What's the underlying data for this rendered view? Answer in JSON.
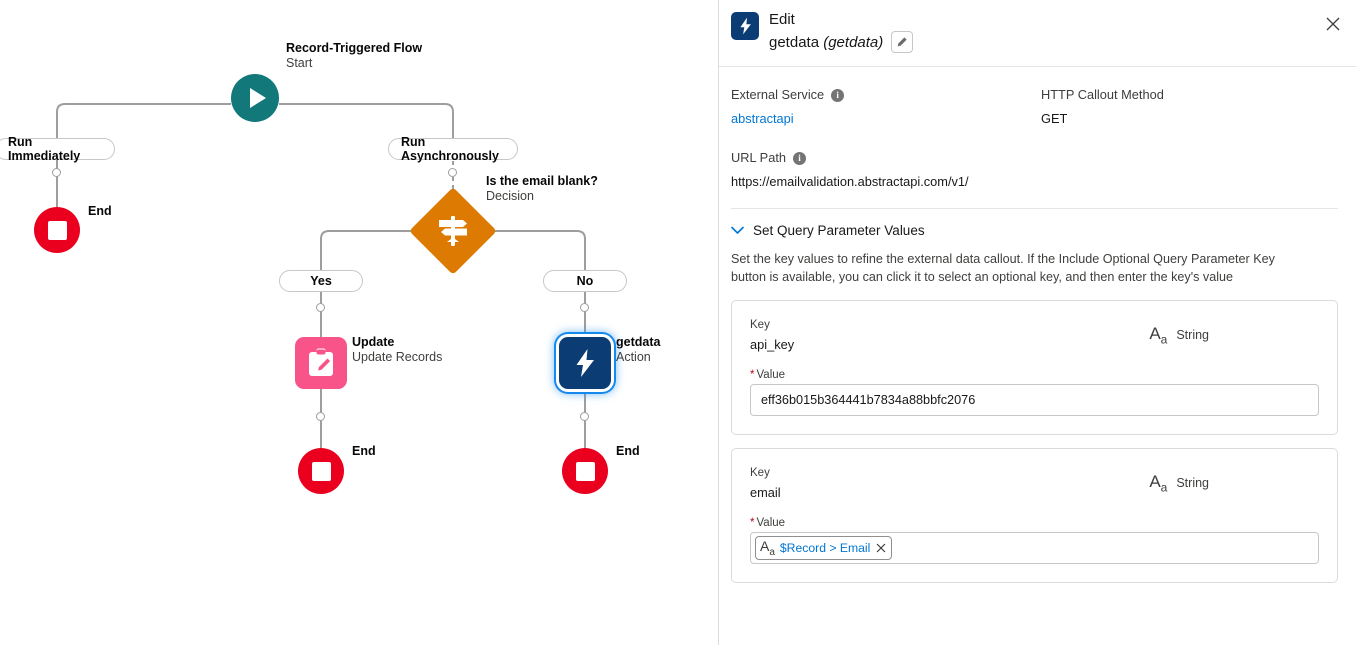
{
  "canvas": {
    "start": {
      "title": "Record-Triggered Flow",
      "subtitle": "Start",
      "icon": "play-icon"
    },
    "branches": {
      "run_immediately": "Run Immediately",
      "run_asynchronously": "Run Asynchronously",
      "yes": "Yes",
      "no": "No"
    },
    "decision": {
      "title": "Is the email blank?",
      "subtitle": "Decision",
      "icon": "decision-signpost-icon"
    },
    "update": {
      "title": "Update",
      "subtitle": "Update Records",
      "icon": "update-records-icon"
    },
    "action": {
      "title": "getdata",
      "subtitle": "Action",
      "icon": "lightning-bolt-icon"
    },
    "end_labels": {
      "end_left": "End",
      "end_middle": "End",
      "end_right": "End"
    },
    "colors": {
      "start": "#13787A",
      "decision": "#DD7A01",
      "update": "#F9548A",
      "action": "#0B3D74",
      "end": "#EA001E",
      "connector": "#9e9e9e",
      "selection": "#1589EE"
    }
  },
  "panel": {
    "header": {
      "icon": "lightning-bolt-icon",
      "edit_title": "Edit",
      "name": "getdata",
      "api_name": "(getdata)",
      "pencil_icon": "pencil-icon",
      "close_icon": "close-icon"
    },
    "meta": {
      "external_service_label": "External Service",
      "external_service_value": "abstractapi",
      "http_method_label": "HTTP Callout Method",
      "http_method_value": "GET",
      "url_path_label": "URL Path",
      "url_path_value": "https://emailvalidation.abstractapi.com/v1/",
      "info_icon": "info-icon"
    },
    "query_section": {
      "chevron_icon": "chevron-down-icon",
      "title": "Set Query Parameter Values",
      "description": "Set the key values to refine the external data callout. If the Include Optional Query Parameter Key button is available, you can click it to select an optional key, and then enter the key's value"
    },
    "params": [
      {
        "key_label": "Key",
        "key_name": "api_key",
        "type_icon": "string-type-icon",
        "type_name": "String",
        "value_label": "Value",
        "value_required": true,
        "value_kind": "text",
        "value": "eff36b015b364441b7834a88bbfc2076"
      },
      {
        "key_label": "Key",
        "key_name": "email",
        "type_icon": "string-type-icon",
        "type_name": "String",
        "value_label": "Value",
        "value_required": true,
        "value_kind": "merge-pill",
        "value": "$Record > Email",
        "pill_remove_icon": "remove-icon"
      }
    ]
  }
}
